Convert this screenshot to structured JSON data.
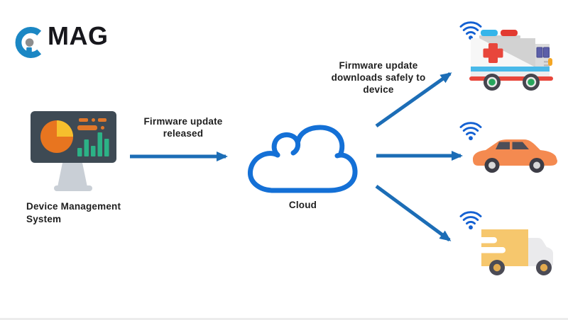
{
  "logo": {
    "icon": "pcmag-logo-icon",
    "text": "MAG",
    "colors": {
      "blue": "#1b87c4",
      "gray": "#8d8d8d",
      "text": "#17171c"
    }
  },
  "diagram": {
    "device_management": {
      "lines": [
        "Device Management",
        "System"
      ]
    },
    "released_note": {
      "lines": [
        "Firmware update",
        "released"
      ]
    },
    "cloud": {
      "label": "Cloud"
    },
    "downloads_note": {
      "lines": [
        "Firmware update",
        "downloads safely to",
        "device"
      ]
    },
    "devices": [
      "ambulance",
      "car",
      "truck"
    ]
  },
  "colors": {
    "background": "#ffffff",
    "arrow": "#1c6db6",
    "cloud_outline": "#1470d6",
    "wifi": "#1461d2",
    "text": "#1e1e1e",
    "screen": "#3e4a54",
    "pie_orange": "#e8751f",
    "pie_yellow": "#f6bf2d",
    "bars_green": "#2cb286"
  }
}
